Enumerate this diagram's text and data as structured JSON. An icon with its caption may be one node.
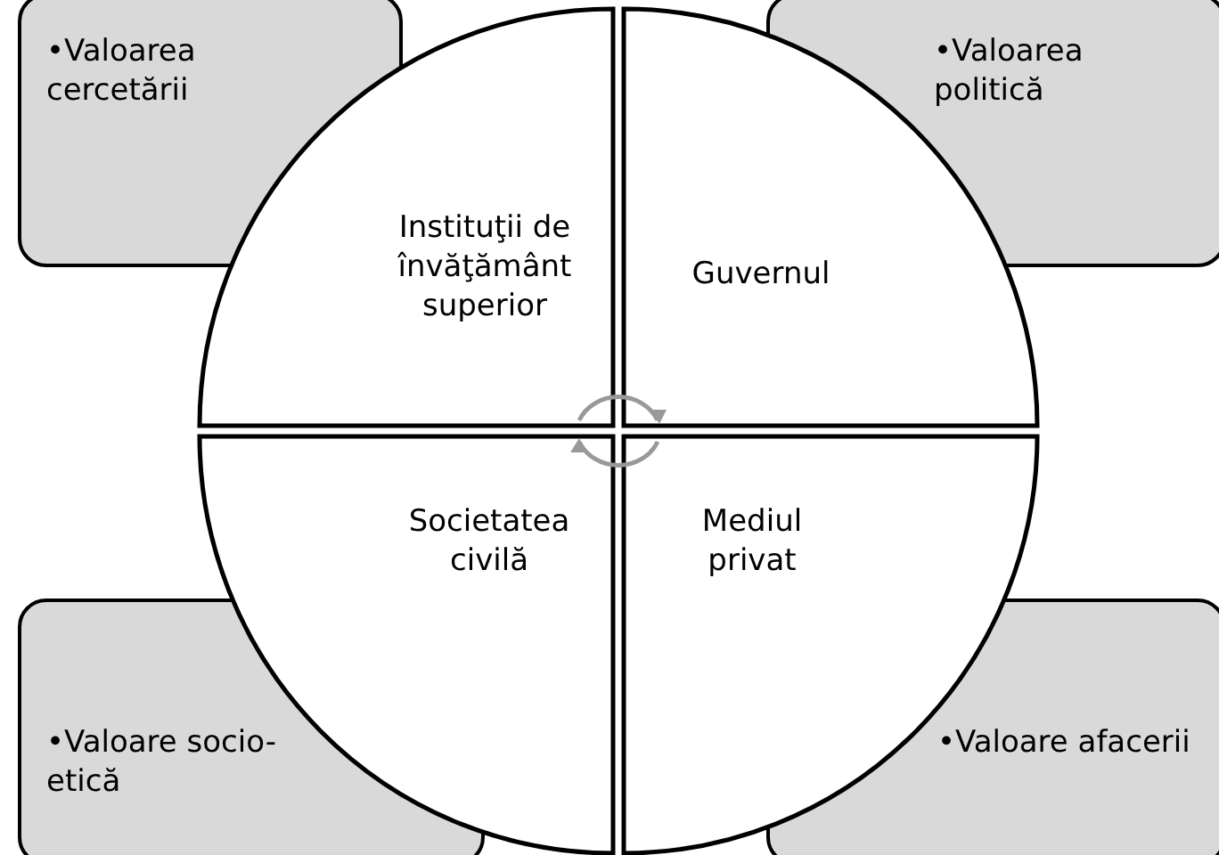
{
  "diagram": {
    "nodes": [
      {
        "text": [
          "•Valoarea cercetării"
        ]
      },
      {
        "text": [
          "•Valoarea politică"
        ]
      },
      {
        "text": [
          "Instituţii de învăţământ superior"
        ]
      },
      {
        "text": [
          "Guvernul"
        ]
      },
      {
        "text": [
          "Societatea civilă"
        ]
      },
      {
        "text": [
          "Mediul privat"
        ]
      },
      {
        "text": [
          "•Valoare socio-etică"
        ]
      },
      {
        "text": [
          "•Valoare afacerii"
        ]
      }
    ]
  }
}
